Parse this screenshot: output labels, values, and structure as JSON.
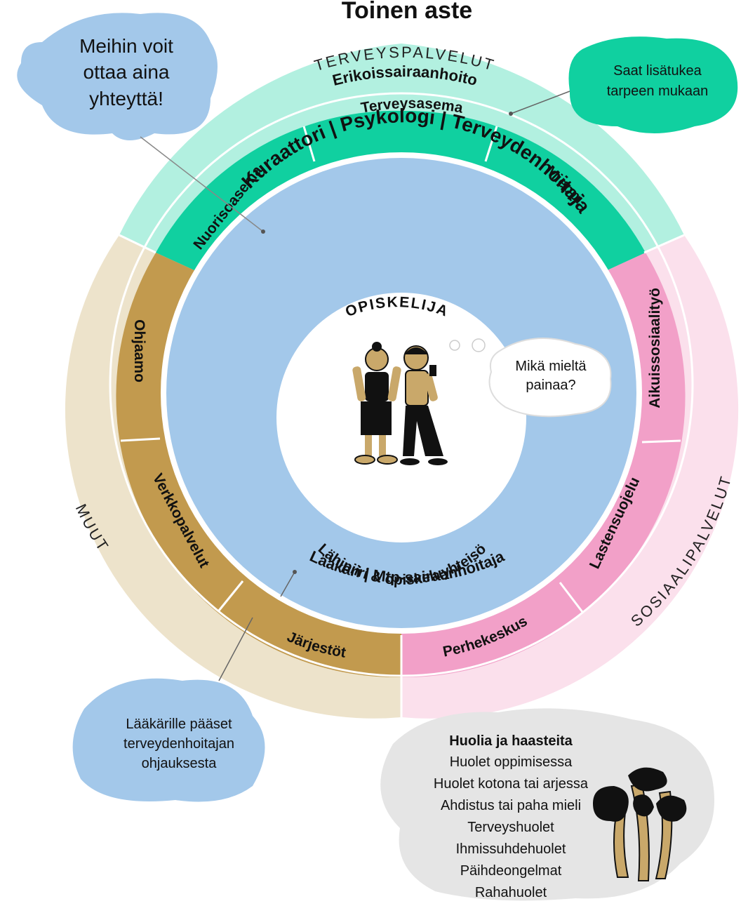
{
  "title": "Toinen aste",
  "sectors": {
    "health": {
      "label": "TERVEYSPALVELUT",
      "outer_color": "#b2f0e0",
      "mid_color": "#10d0a0"
    },
    "social": {
      "label": "SOSIAALIPALVELUT",
      "outer_color": "#fbe0ec",
      "mid_color": "#f2a0c8"
    },
    "other": {
      "label": "MUUT",
      "outer_color": "#ede3cb",
      "mid_color": "#c29a4e"
    }
  },
  "outer_ring": {
    "health_label": "Erikoissairaanhoito"
  },
  "middle_ring": {
    "items": [
      "Terveysasema",
      "Mieppi",
      "Aikuissosiaalityö",
      "Lastensuojelu",
      "Perhekeskus",
      "Järjestöt",
      "Verkkopalvelut",
      "Ohjaamo",
      "Nuorisoasema"
    ]
  },
  "school_ring": {
    "color": "#a3c8ea",
    "top_label": "Kuraattori  |  Psykologi  |  Terveydenhoitaja",
    "bottom_label": "Lääkäri | Mtp-sairaanhoitaja"
  },
  "center": {
    "top_label": "OPISKELIJA",
    "bottom_label": "Lähipiiri & opiskeluyhteisö",
    "thought_line1": "Mikä mieltä",
    "thought_line2": "painaa?"
  },
  "bubbles": {
    "contact": {
      "line1": "Meihin voit",
      "line2": "ottaa aina",
      "line3": "yhteyttä!"
    },
    "extra_support": {
      "line1": "Saat lisätukea",
      "line2": "tarpeen mukaan"
    },
    "doctor": {
      "line1": "Lääkärille pääset",
      "line2": "terveydenhoitajan",
      "line3": "ohjauksesta"
    }
  },
  "worries": {
    "title": "Huolia ja haasteita",
    "items": [
      "Huolet oppimisessa",
      "Huolet kotona tai arjessa",
      "Ahdistus tai paha mieli",
      "Terveyshuolet",
      "Ihmissuhdehuolet",
      "Päihdeongelmat",
      "Rahahuolet"
    ]
  },
  "colors": {
    "contact_bubble": "#a3c8ea",
    "support_bubble": "#10d0a0",
    "worries_bubble": "#e5e5e5"
  }
}
